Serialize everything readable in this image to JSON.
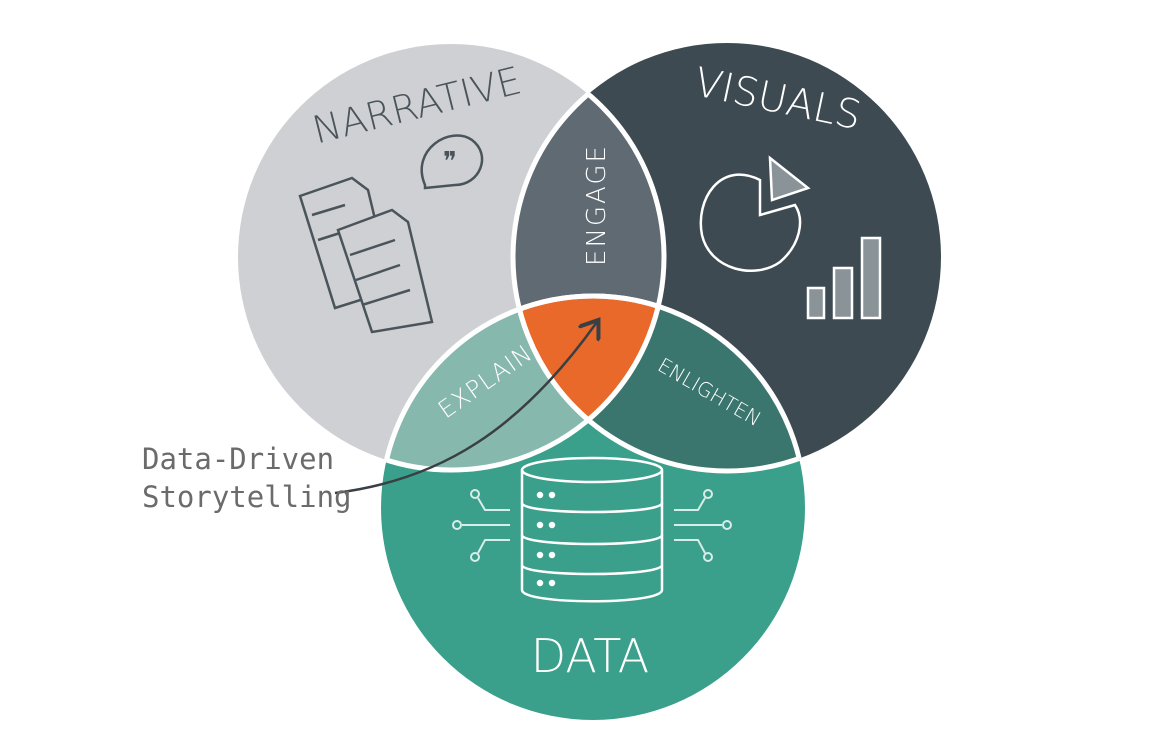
{
  "sets": {
    "narrative": {
      "label": "NARRATIVE",
      "color": "#cfd0d3",
      "text_color": "#4a545b"
    },
    "visuals": {
      "label": "VISUALS",
      "color": "#3d4a52",
      "text_color": "#ffffff"
    },
    "data": {
      "label": "DATA",
      "color": "#3aa08b",
      "text_color": "#ffffff"
    }
  },
  "intersections": {
    "engage": {
      "label": "ENGAGE",
      "color": "#5f6a72"
    },
    "explain": {
      "label": "EXPLAIN",
      "color": "#86b8ae"
    },
    "enlighten": {
      "label": "ENLIGHTEN",
      "color": "#3b766e"
    },
    "center": {
      "color": "#e8692a"
    }
  },
  "callout": {
    "line1": "Data-Driven",
    "line2": "Storytelling"
  },
  "icons": [
    "documents-icon",
    "quote-bubble-icon",
    "pie-chart-icon",
    "bar-chart-icon",
    "database-icon",
    "circuit-icon"
  ]
}
